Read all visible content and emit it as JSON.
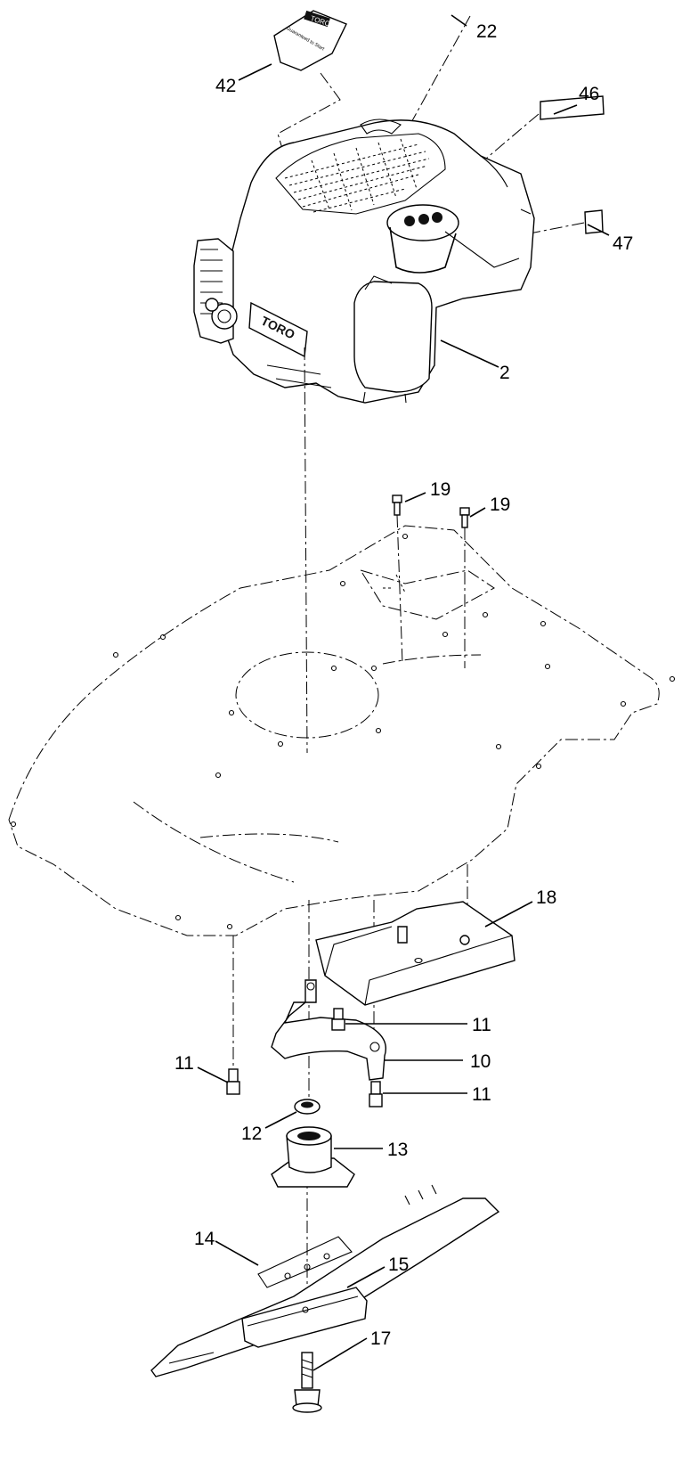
{
  "callouts": {
    "c22": "22",
    "c42": "42",
    "c46": "46",
    "c47": "47",
    "c2": "2",
    "c19a": "19",
    "c19b": "19",
    "c18": "18",
    "c11a": "11",
    "c10": "10",
    "c11b": "11",
    "c11c": "11",
    "c12": "12",
    "c13": "13",
    "c14": "14",
    "c15": "15",
    "c17": "17"
  },
  "decal": {
    "logo": "TORO",
    "tagline": "Guaranteed to Start"
  },
  "engine": {
    "brand": "TORO"
  }
}
